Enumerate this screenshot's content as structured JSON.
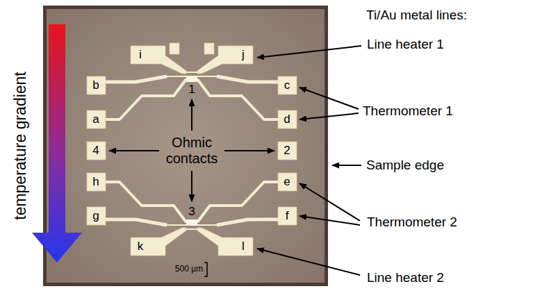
{
  "diagram": {
    "labels": [
      "Ti/Au metal lines:",
      "temperature gradient",
      "i",
      "j",
      "Line heater 1",
      "1",
      "b",
      "c",
      "a",
      "d",
      "Thermometer 1",
      "Ohmic contacts",
      "4",
      "2",
      "Sample edge",
      "h",
      "e",
      "g",
      "3",
      "f",
      "Thermometer 2",
      "k",
      "l",
      "500 µm",
      "Line heater 2"
    ]
  }
}
